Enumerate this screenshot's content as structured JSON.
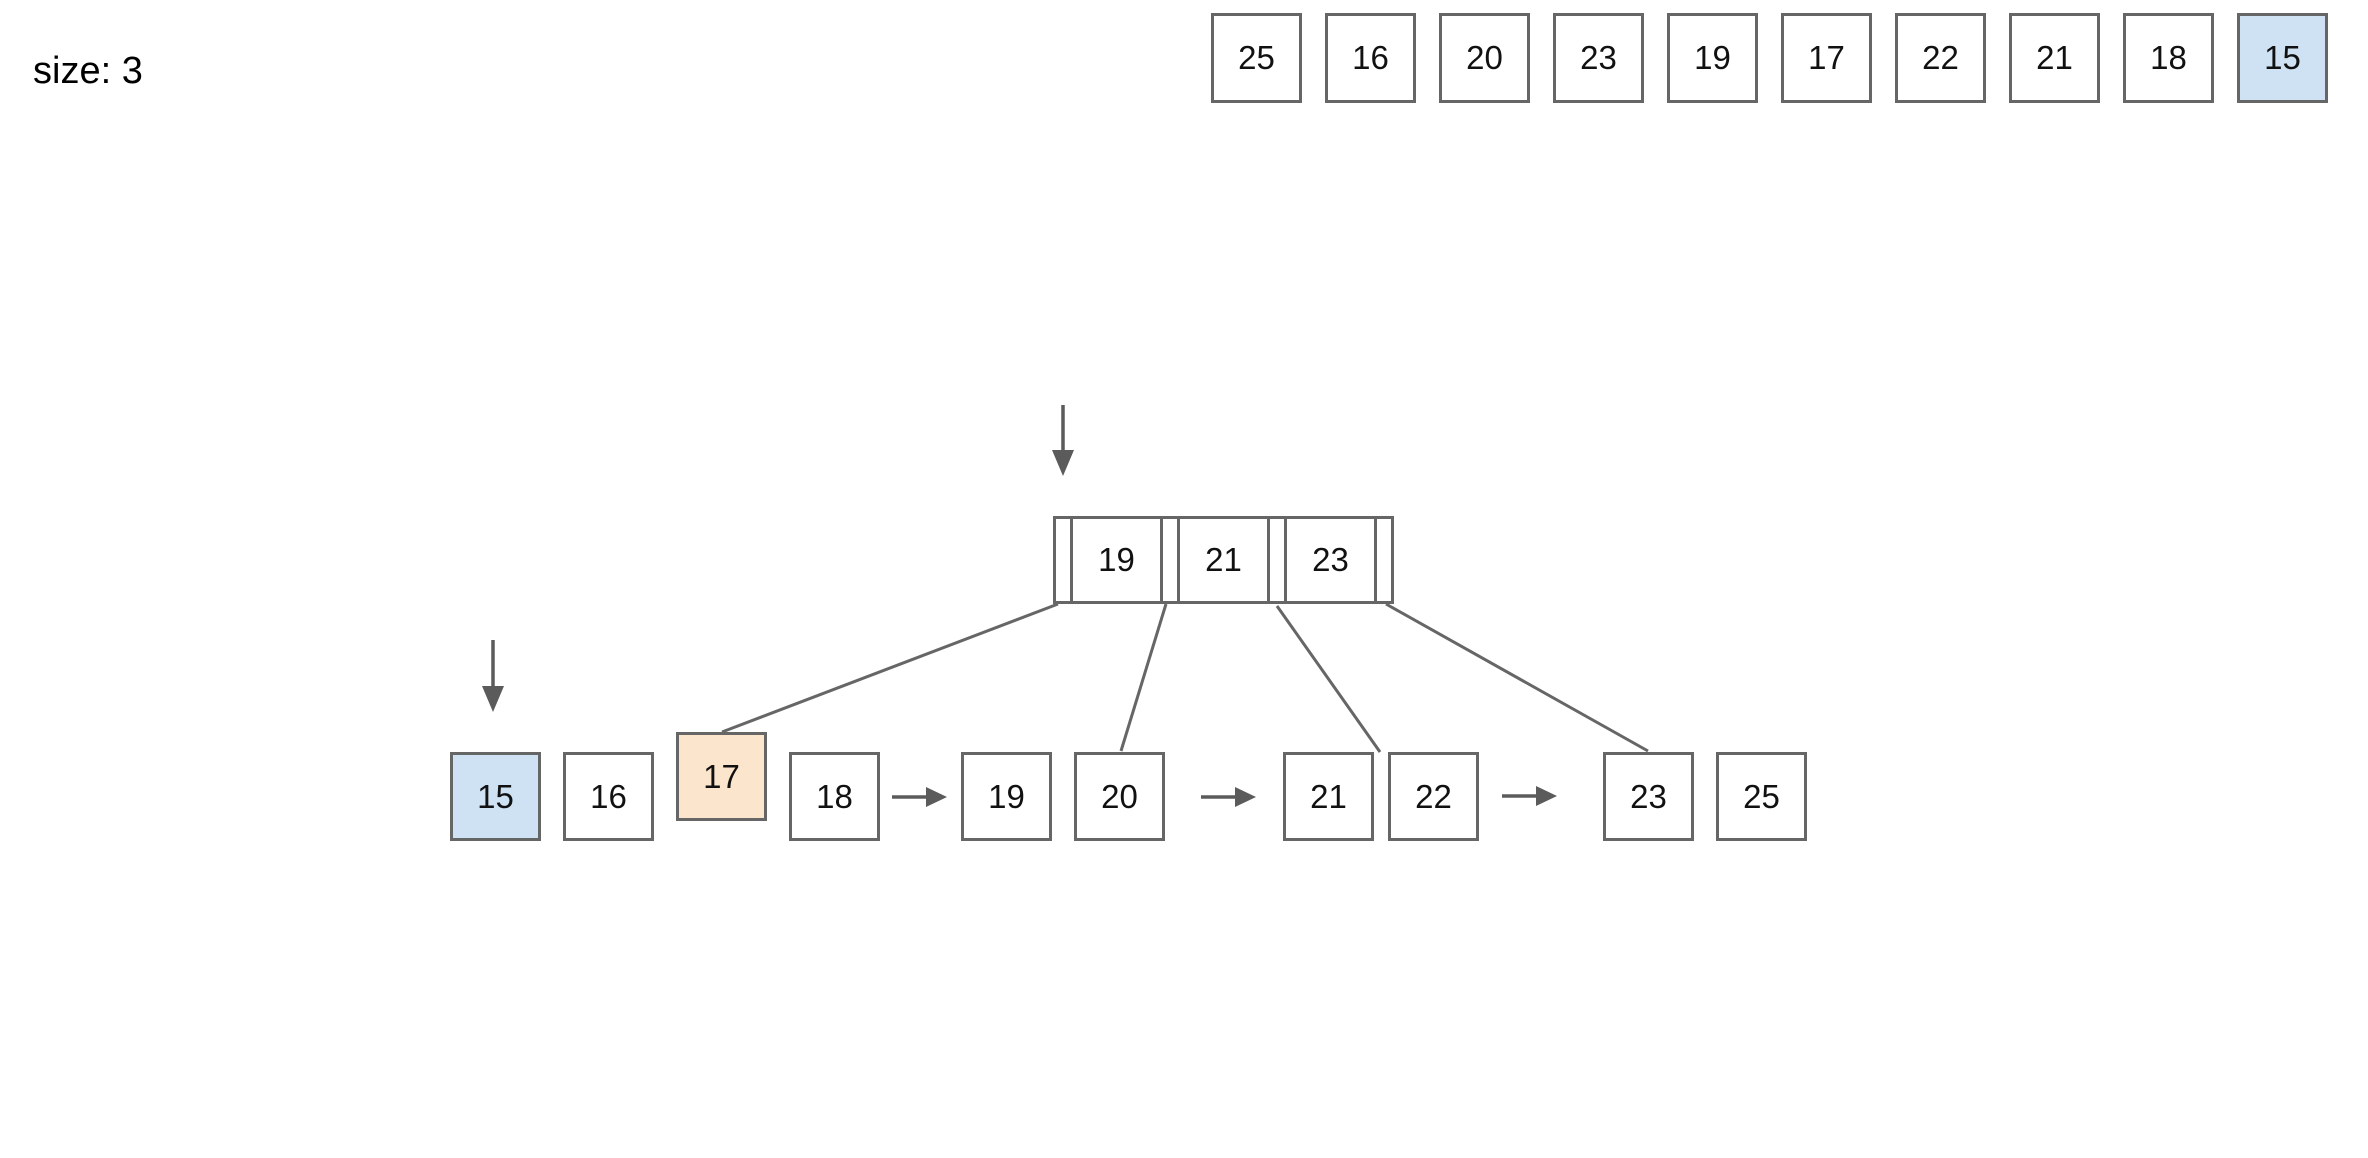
{
  "size_indicator": {
    "label": "size: 3"
  },
  "insert_sequence": {
    "values": [
      "25",
      "16",
      "20",
      "23",
      "19",
      "17",
      "22",
      "21",
      "18",
      "15"
    ],
    "highlighted_index": 9,
    "highlighted_value": "15"
  },
  "tree": {
    "root": {
      "keys": [
        "19",
        "21",
        "23"
      ],
      "pointer_slots": 4
    },
    "leaves": [
      {
        "value": "15",
        "highlight": "blue"
      },
      {
        "value": "16",
        "highlight": "none"
      },
      {
        "value": "17",
        "highlight": "orange"
      },
      {
        "value": "18",
        "highlight": "none"
      },
      {
        "value": "19",
        "highlight": "none"
      },
      {
        "value": "20",
        "highlight": "none"
      },
      {
        "value": "21",
        "highlight": "none"
      },
      {
        "value": "22",
        "highlight": "none"
      },
      {
        "value": "23",
        "highlight": "none"
      },
      {
        "value": "25",
        "highlight": "none"
      }
    ]
  },
  "annotations": {
    "cursor_arrows": [
      {
        "name": "down-arrow-above-leaf-15",
        "points_at": "15"
      },
      {
        "name": "down-arrow-above-root-left-slot",
        "points_at": "root leftmost pointer slot"
      }
    ],
    "child_links": [
      {
        "from": "root slot 1",
        "to": "leaf 17"
      },
      {
        "from": "root slot 2",
        "to": "leaf 20"
      },
      {
        "from": "root slot 3",
        "to": "leaf 22"
      },
      {
        "from": "root slot 4",
        "to": "leaf 23"
      }
    ],
    "sibling_arrows": [
      {
        "from": "18",
        "to": "19"
      },
      {
        "from": "20",
        "to": "21"
      },
      {
        "from": "22",
        "to": "23"
      }
    ]
  },
  "colors": {
    "highlight_blue": "#cfe2f3",
    "highlight_orange": "#fce5cd",
    "box_border": "#666666",
    "arrow_gray": "#5b5b5b",
    "text": "#111111",
    "background": "#ffffff"
  }
}
